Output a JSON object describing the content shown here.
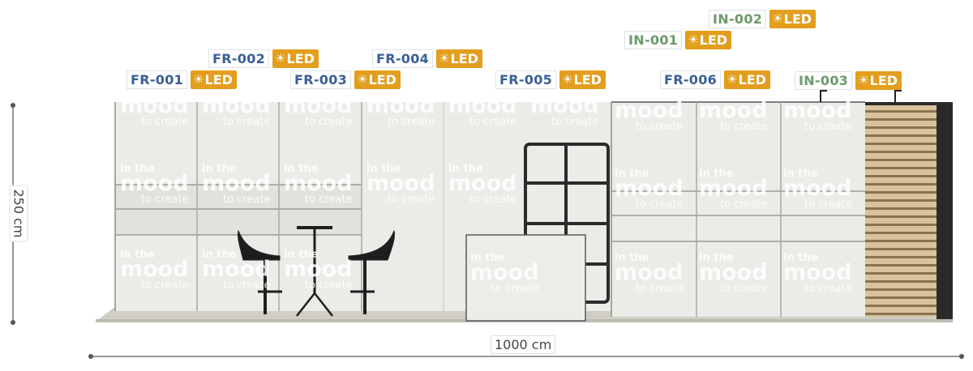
{
  "colors": {
    "frame_code": "#3a5f97",
    "inline_code": "#6b9a6b",
    "led_badge": "#e39e1e",
    "panel": "#ebebe7",
    "wood": "#cdb58c"
  },
  "labels": {
    "fr001": {
      "code": "FR-001",
      "led": "LED",
      "icon": "sun-icon"
    },
    "fr002": {
      "code": "FR-002",
      "led": "LED",
      "icon": "sun-icon"
    },
    "fr003": {
      "code": "FR-003",
      "led": "LED",
      "icon": "sun-icon"
    },
    "fr004": {
      "code": "FR-004",
      "led": "LED",
      "icon": "sun-icon"
    },
    "fr005": {
      "code": "FR-005",
      "led": "LED",
      "icon": "sun-icon"
    },
    "fr006": {
      "code": "FR-006",
      "led": "LED",
      "icon": "sun-icon"
    },
    "in001": {
      "code": "IN-001",
      "led": "LED",
      "icon": "sun-icon"
    },
    "in002": {
      "code": "IN-002",
      "led": "LED",
      "icon": "sun-icon"
    },
    "in003": {
      "code": "IN-003",
      "led": "LED",
      "icon": "sun-icon"
    }
  },
  "panel_text": {
    "line1": "in the",
    "line2": "mood",
    "line3": "to create"
  },
  "dimensions": {
    "height": "250 cm",
    "width": "1000 cm"
  }
}
